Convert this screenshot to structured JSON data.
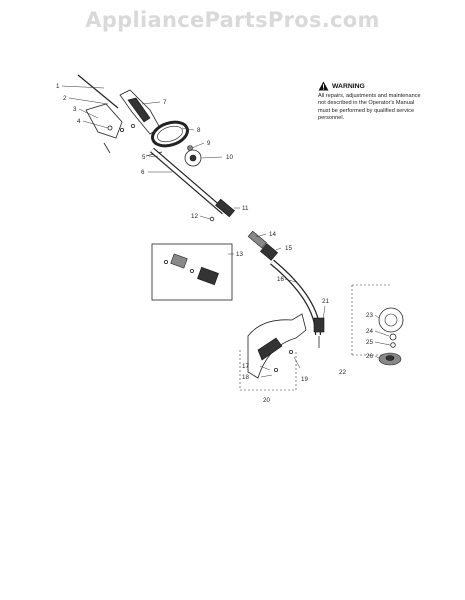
{
  "site_title": "AppliancePartsPros.com",
  "warning": {
    "heading": "WARNING",
    "body": "All repairs, adjustments and maintenance not described in the Operator's Manual must be performed by qualified service personnel."
  },
  "callouts": [
    "1",
    "2",
    "3",
    "4",
    "5",
    "6",
    "7",
    "8",
    "9",
    "10",
    "11",
    "12",
    "13",
    "14",
    "15",
    "16",
    "17",
    "18",
    "19",
    "20",
    "21",
    "22",
    "23",
    "24",
    "25",
    "26"
  ]
}
